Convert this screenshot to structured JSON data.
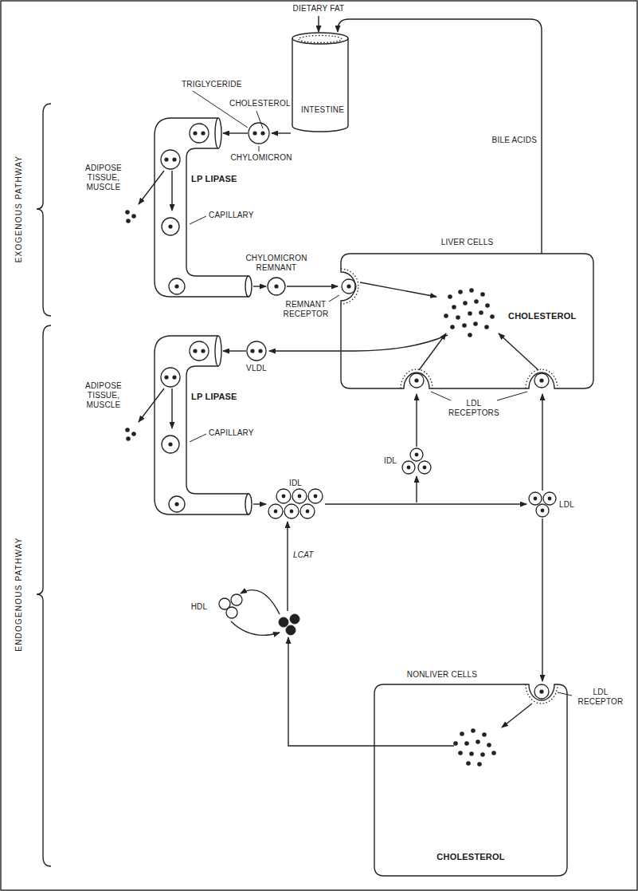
{
  "diagram": {
    "nodes": [
      {
        "text": [
          "INTESTINE"
        ]
      },
      {
        "text": [
          "LIVER CELLS",
          "CHOLESTEROL"
        ]
      },
      {
        "text": [
          "NONLIVER CELLS",
          "CHOLESTEROL"
        ]
      }
    ],
    "edges": [
      {
        "from": 1,
        "to": 0,
        "arrow": "to",
        "label": "BILE ACIDS"
      }
    ],
    "labels": [
      "DIETARY FAT",
      "TRIGLYCERIDE",
      "CHOLESTEROL",
      "CHYLOMICRON",
      "EXOGENOUS PATHWAY",
      "LP LIPASE",
      "ADIPOSE TISSUE, MUSCLE",
      "CAPILLARY",
      "CHYLOMICRON REMNANT",
      "REMNANT RECEPTOR",
      "VLDL",
      "ENDOGENOUS PATHWAY",
      "LP LIPASE",
      "ADIPOSE TISSUE, MUSCLE",
      "CAPILLARY",
      "IDL",
      "IDL",
      "LDL RECEPTORS",
      "LDL",
      "LCAT",
      "HDL",
      "LDL RECEPTOR"
    ]
  }
}
